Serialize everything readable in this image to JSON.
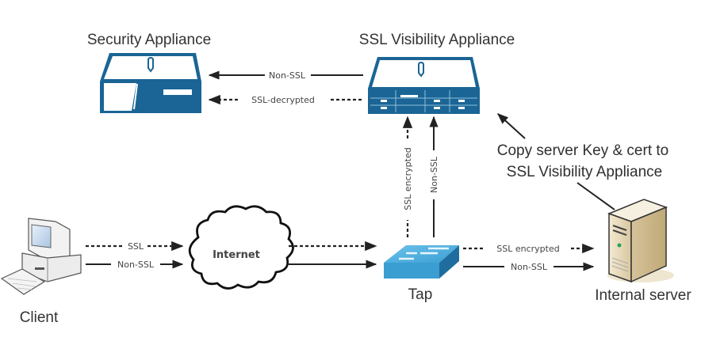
{
  "diagram": {
    "nodes": {
      "security_appliance": {
        "label": "Security Appliance"
      },
      "ssl_visibility_appliance": {
        "label": "SSL Visibility Appliance"
      },
      "client": {
        "label": "Client"
      },
      "internet": {
        "label": "Internet"
      },
      "tap": {
        "label": "Tap"
      },
      "internal_server": {
        "label": "Internal server"
      }
    },
    "annotation": {
      "line1": "Copy server Key & cert to",
      "line2": "SSL Visibility Appliance"
    },
    "links": {
      "ssl_vis_to_sec_non_ssl": "Non-SSL",
      "ssl_vis_to_sec_decrypted": "SSL-decrypted",
      "tap_to_ssl_vis_encrypted": "SSL encrypted",
      "tap_to_ssl_vis_non_ssl": "Non-SSL",
      "client_to_internet_ssl": "SSL",
      "client_to_internet_non_ssl": "Non-SSL",
      "tap_to_server_encrypted": "SSL encrypted",
      "tap_to_server_non_ssl": "Non-SSL"
    },
    "colors": {
      "appliance_blue": "#1a6595",
      "tap_blue": "#3a9ed2",
      "server_beige": "#e8dcc0",
      "line": "#222222"
    }
  }
}
